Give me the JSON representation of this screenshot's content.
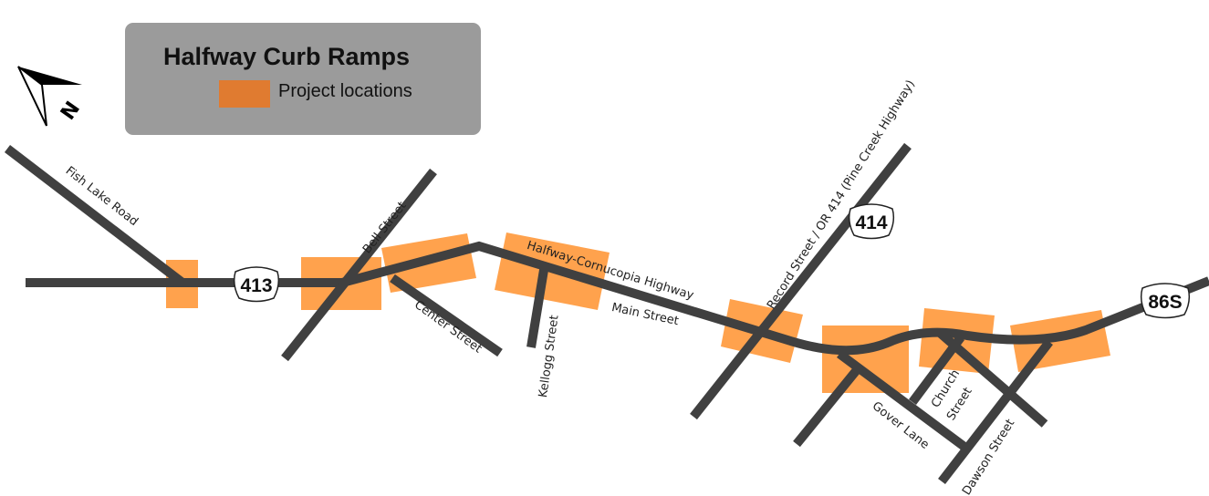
{
  "title": "Halfway Curb Ramps",
  "legend": {
    "label": "Project locations",
    "color": "#e07b30"
  },
  "colors": {
    "road": "#404040",
    "project": "#ffa24d"
  },
  "north_arrow": {
    "icon": "north-arrow-icon",
    "letter": "N"
  },
  "shields": {
    "s413": "413",
    "s414": "414",
    "s86": "86S"
  },
  "roads": {
    "fish_lake": "Fish Lake Road",
    "bell": "Bell Street",
    "center": "Center Street",
    "hwy": "Halfway-Cornucopia Highway",
    "main": "Main Street",
    "kellogg": "Kellogg Street",
    "record": "Record Street / OR 414 (Pine Creek Highway)",
    "gover": "Gover Lane",
    "church1": "Church",
    "church2": "Street",
    "dawson": "Dawson Street"
  }
}
